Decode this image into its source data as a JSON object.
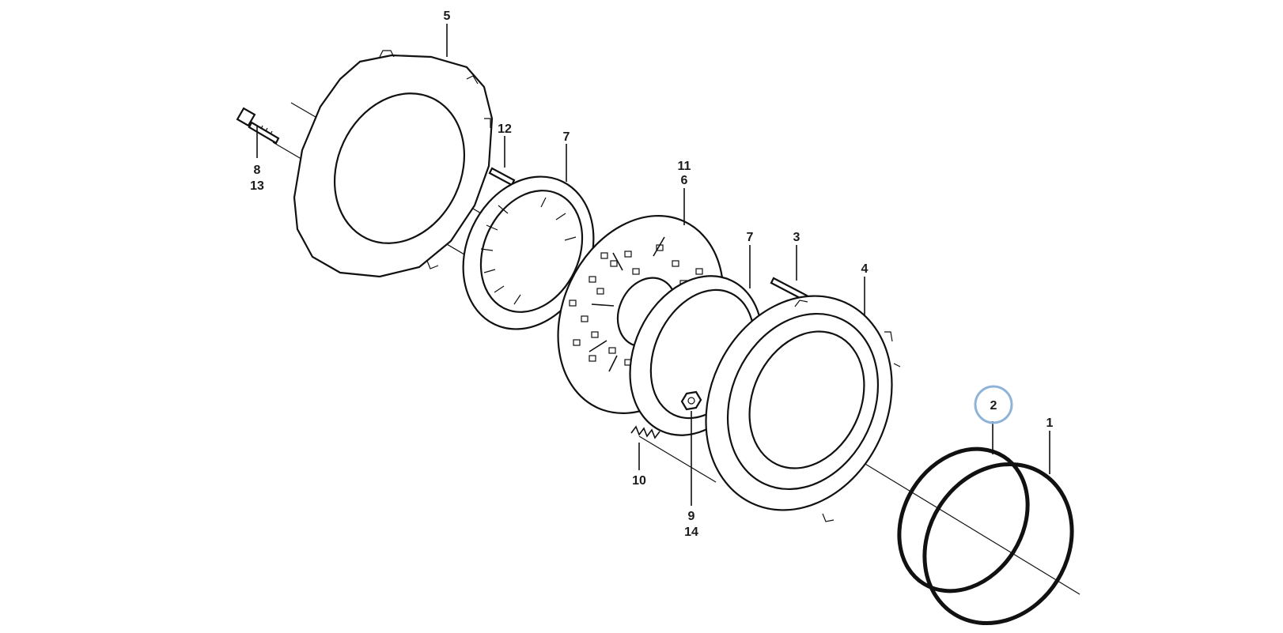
{
  "callouts": {
    "c1": "1",
    "c2": "2",
    "c3": "3",
    "c4": "4",
    "c5": "5",
    "c6": "6",
    "c7a": "7",
    "c7b": "7",
    "c8": "8",
    "c9": "9",
    "c10": "10",
    "c11": "11",
    "c12": "12",
    "c13": "13",
    "c14": "14"
  },
  "highlight_color": "#8fb3d9",
  "highlighted_callout": "2"
}
